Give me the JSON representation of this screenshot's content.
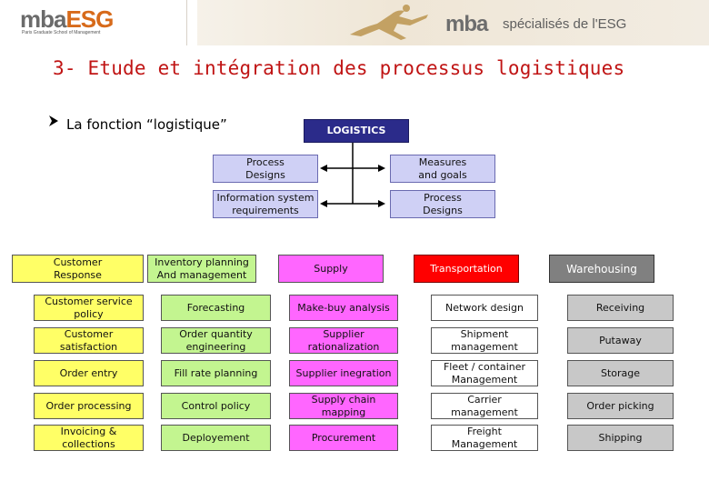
{
  "header": {
    "logo_main": "mba",
    "logo_accent": "ESG",
    "logo_sub": "Paris Graduate School of Management",
    "brand": "mba",
    "tagline": "spécialisés de l'ESG"
  },
  "title": "3- Etude et intégration des processus logistiques",
  "bullet": "La fonction “logistique”",
  "diagram": {
    "root": "LOGISTICS",
    "left_branch": [
      "Process\nDesigns",
      "Information system\nrequirements"
    ],
    "right_branch": [
      "Measures\nand goals",
      "Process\nDesigns"
    ]
  },
  "columns": [
    {
      "header": "Customer\nResponse",
      "items": [
        "Customer service\npolicy",
        "Customer\nsatisfaction",
        "Order entry",
        "Order processing",
        "Invoicing &\ncollections"
      ]
    },
    {
      "header": "Inventory planning\nAnd management",
      "items": [
        "Forecasting",
        "Order quantity\nengineering",
        "Fill rate planning",
        "Control policy",
        "Deployement"
      ]
    },
    {
      "header": "Supply",
      "items": [
        "Make-buy analysis",
        "Supplier\nrationalization",
        "Supplier inegration",
        "Supply chain\nmapping",
        "Procurement"
      ]
    },
    {
      "header": "Transportation",
      "items": [
        "Network design",
        "Shipment\nmanagement",
        "Fleet / container\nManagement",
        "Carrier\nmanagement",
        "Freight\nManagement"
      ]
    },
    {
      "header": "Warehousing",
      "items": [
        "Receiving",
        "Putaway",
        "Storage",
        "Order picking",
        "Shipping"
      ]
    }
  ],
  "colors": {
    "title": "#c01414",
    "root": "#2b2b8a",
    "branch": "#cfd0f5",
    "customer": "#ffff66",
    "inventory": "#c3f590",
    "supply": "#ff66ff",
    "transportation": "#ff0000",
    "warehousing": "#808080"
  }
}
